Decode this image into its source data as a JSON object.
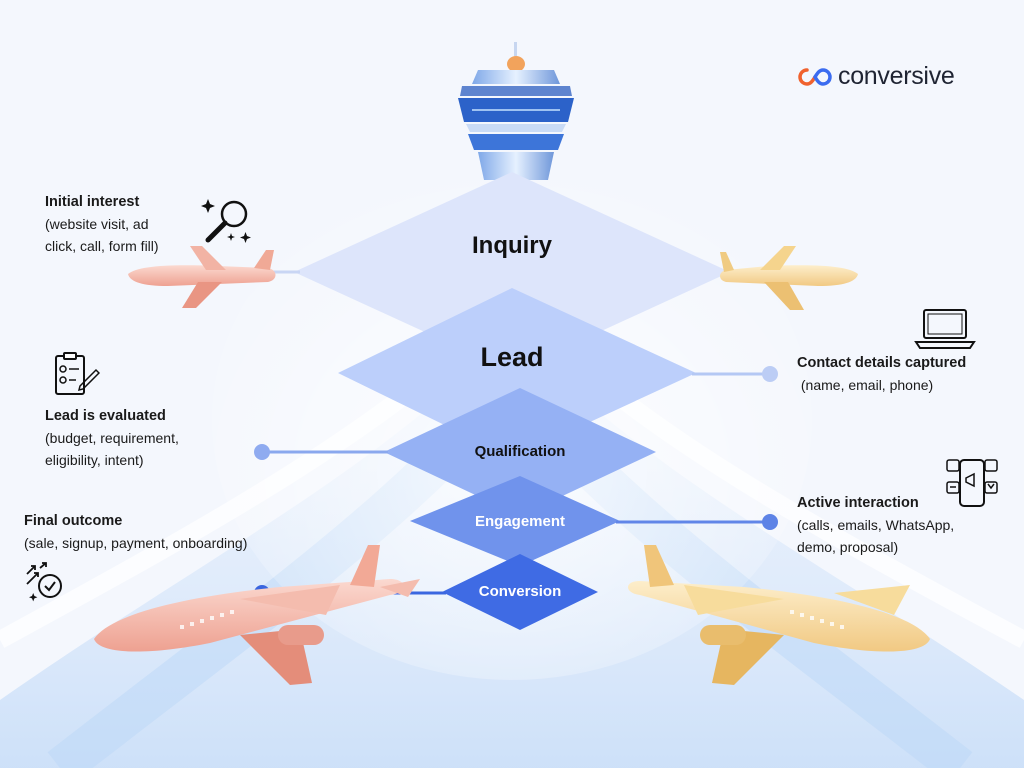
{
  "brand": {
    "name": "conversive",
    "colors": {
      "orange": "#f0622e",
      "blue": "#3b6cf0"
    }
  },
  "stages": [
    {
      "label": "Inquiry",
      "color": "#dce4fb"
    },
    {
      "label": "Lead",
      "color": "#b9cdfb"
    },
    {
      "label": "Qualification",
      "color": "#93aff4"
    },
    {
      "label": "Engagement",
      "color": "#6f91ec"
    },
    {
      "label": "Conversion",
      "color": "#3f6be4"
    }
  ],
  "notes": {
    "inquiry": {
      "title": "Initial interest",
      "lines": [
        "(website visit, ad",
        "click, call, form fill)"
      ]
    },
    "lead": {
      "title": "Contact details captured",
      "lines": [
        " (name, email, phone)"
      ]
    },
    "qualification": {
      "title": "Lead is evaluated",
      "lines": [
        "(budget, requirement,",
        "eligibility, intent)"
      ]
    },
    "engagement": {
      "title": "Active interaction",
      "lines": [
        "(calls, emails, WhatsApp,",
        "demo, proposal)"
      ]
    },
    "conversion": {
      "title": "Final outcome",
      "lines": [
        "(sale, signup, payment, onboarding)"
      ]
    }
  },
  "icons": [
    "search-icon",
    "laptop-icon",
    "checklist-icon",
    "social-phone-icon",
    "growth-icon",
    "control-tower",
    "airplane"
  ]
}
